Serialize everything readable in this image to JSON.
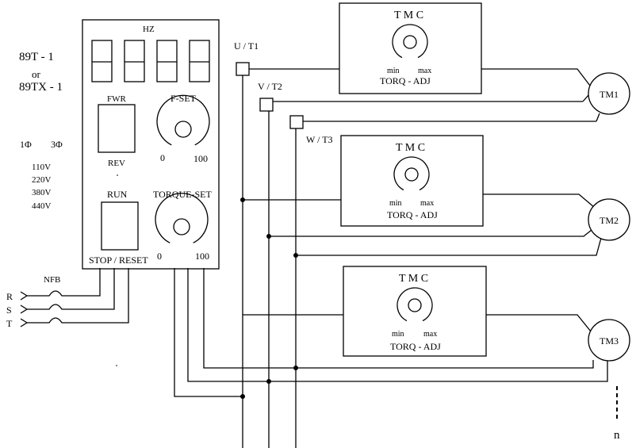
{
  "model": {
    "line1": "89T - 1",
    "or": "or",
    "line2": "89TX - 1"
  },
  "phase": {
    "single": "1Φ",
    "three": "3Φ"
  },
  "voltages": [
    "110V",
    "220V",
    "380V",
    "440V"
  ],
  "controller": {
    "hz_label": "HZ",
    "fwr_label": "FWR",
    "rev_label": "REV",
    "fset_label": "F-SET",
    "fset_min": "0",
    "fset_max": "100",
    "run_label": "RUN",
    "stop_label": "STOP / RESET",
    "torque_label": "TORQUE-SET",
    "torque_min": "0",
    "torque_max": "100"
  },
  "inputs": {
    "r": "R",
    "s": "S",
    "t": "T",
    "nfb": "NFB"
  },
  "terminals": {
    "u": "U / T1",
    "v": "V / T2",
    "w": "W / T3"
  },
  "tmc_units": [
    {
      "title": "T M C",
      "min": "min",
      "max": "max",
      "adj": "TORQ - ADJ"
    },
    {
      "title": "T M C",
      "min": "min",
      "max": "max",
      "adj": "TORQ - ADJ"
    },
    {
      "title": "T M C",
      "min": "min",
      "max": "max",
      "adj": "TORQ - ADJ"
    }
  ],
  "motors": [
    "TM1",
    "TM2",
    "TM3"
  ],
  "continuation": "n"
}
